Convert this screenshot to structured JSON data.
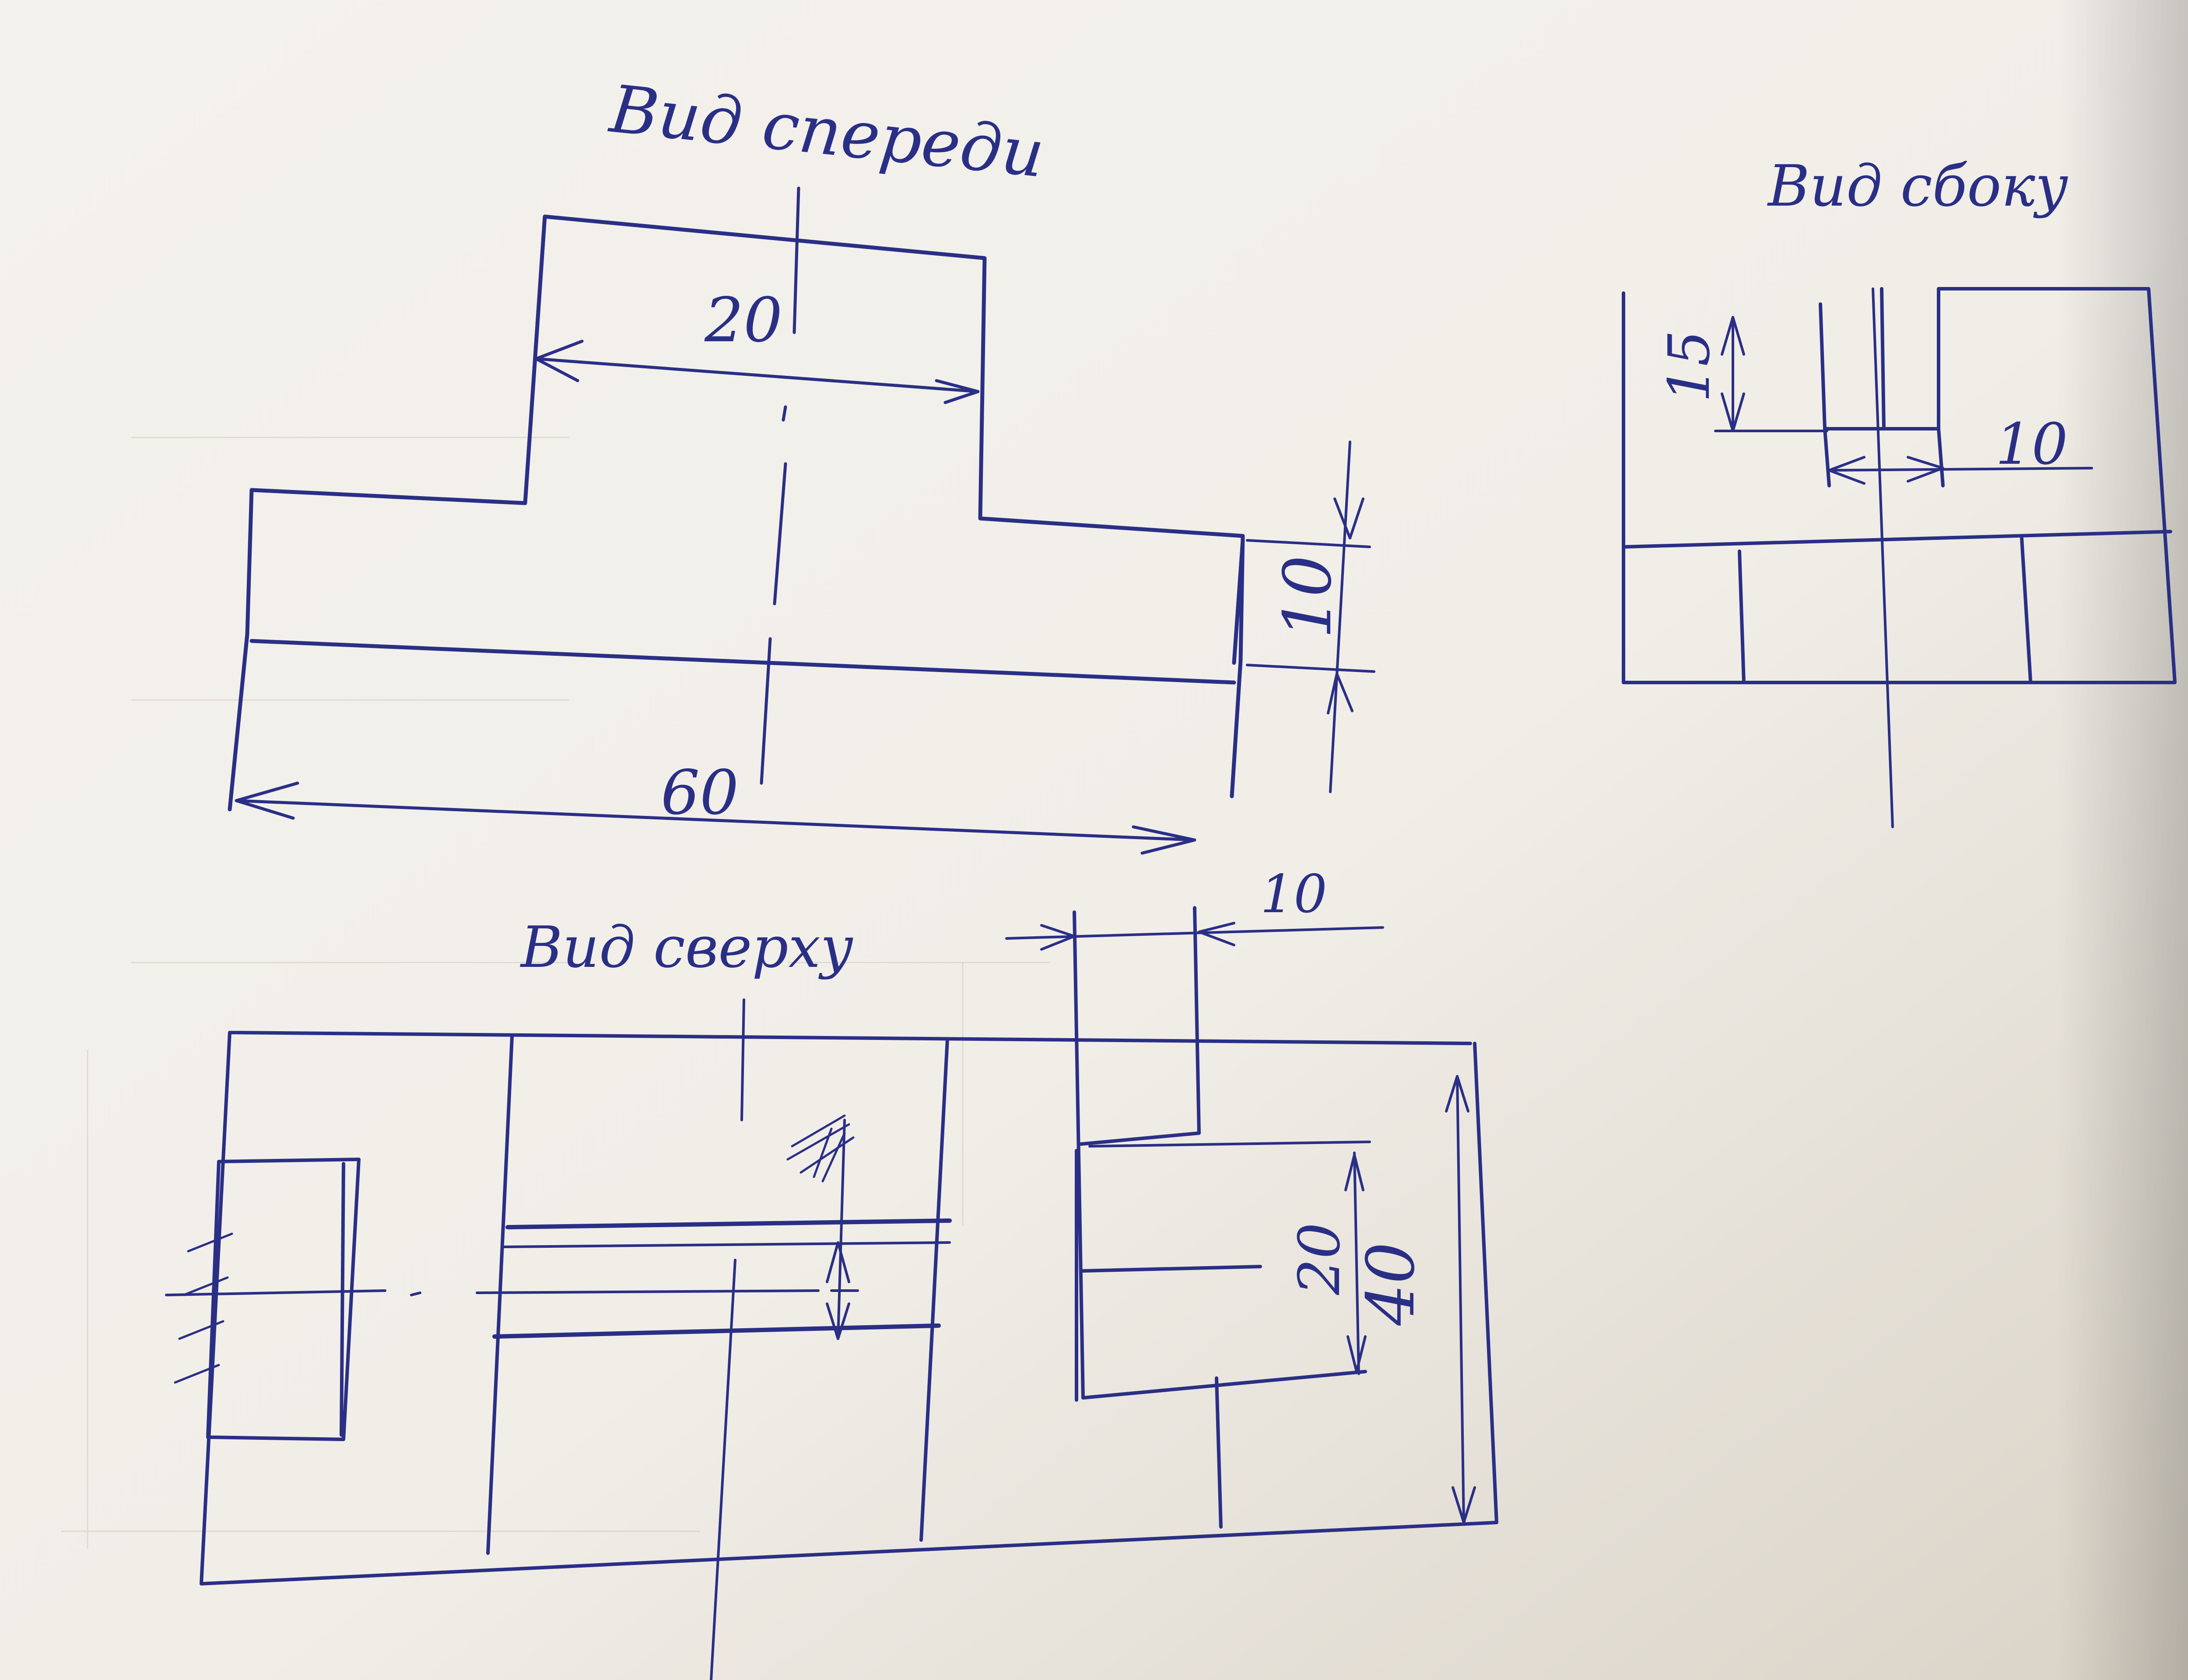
{
  "views": {
    "front": {
      "title": "Вид спереди"
    },
    "side": {
      "title": "Вид сбоку"
    },
    "top": {
      "title": "Вид сверху"
    }
  },
  "dimensions": {
    "front_width_top": "20",
    "front_width_total": "60",
    "front_height_step": "10",
    "side_depth_slot": "15",
    "side_width_slot": "10",
    "top_width_slot": "10",
    "top_height_inner": "20",
    "top_height_total": "40"
  },
  "colors": {
    "ink": "#2a2f86",
    "paper": "#f3f1ec"
  }
}
